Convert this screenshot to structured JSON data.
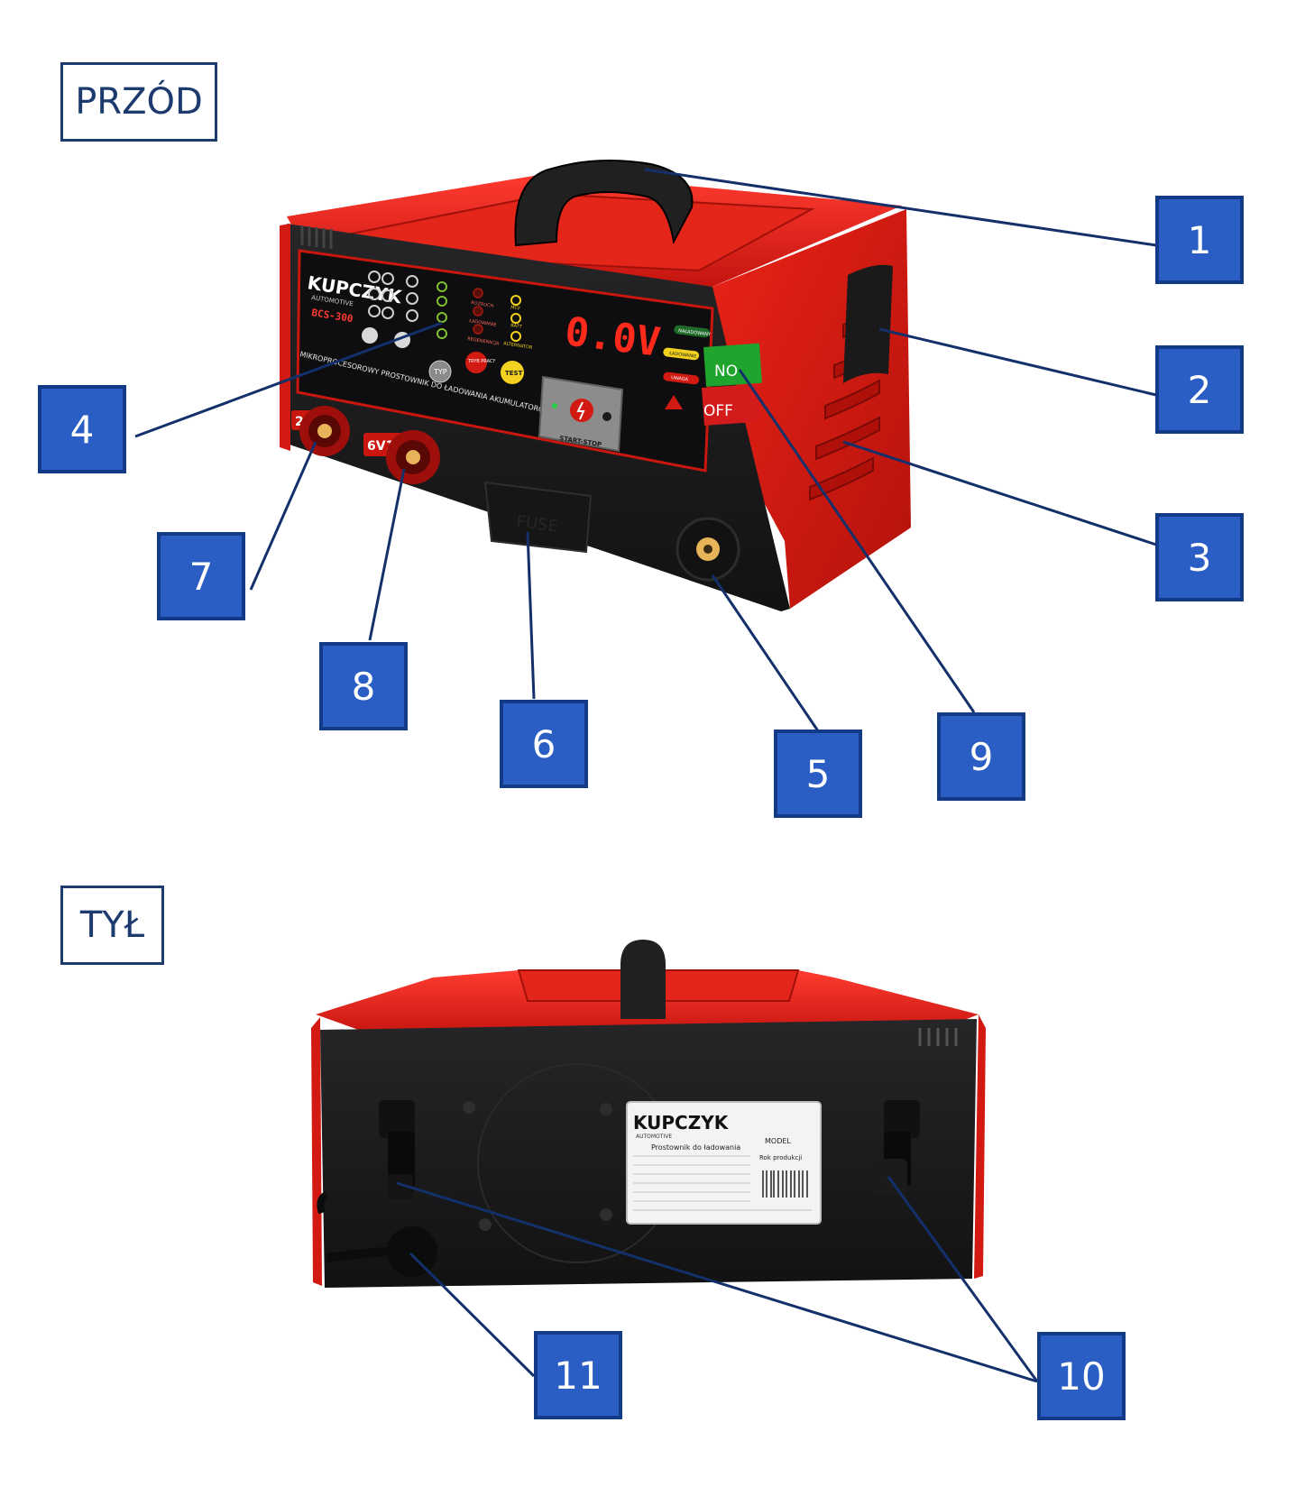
{
  "sections": {
    "front": "PRZÓD",
    "back": "TYŁ"
  },
  "callouts": [
    "1",
    "2",
    "3",
    "4",
    "5",
    "6",
    "7",
    "8",
    "9",
    "10",
    "11"
  ],
  "device": {
    "brand": "KUPCZYK",
    "brand_sub": "AUTOMOTIVE",
    "model": "BCS-300",
    "panel_text": "MIKROPROCESOROWY PROSTOWNIK DO ŁADOWANIA AKUMULATORÓW Z ROZRUCHEM",
    "display": "0.0V",
    "on_label": "NO",
    "off_label": "OFF",
    "start_stop": "START-STOP",
    "fuse": "FUSE",
    "socket_24": "24",
    "socket_612": "6V12",
    "status_labels": [
      "NAŁADOWANY",
      "ŁADOWANIE",
      "UWAGA"
    ],
    "mode_labels": [
      "ROZRUCH",
      "ŁADOWANIE",
      "REGENERACJA"
    ],
    "right_leds": [
      "MCF",
      "BATT",
      "ALTERNATOR"
    ],
    "typ_label": "TYP",
    "tryb_label": "TRYB PRACY",
    "test_label": "TEST"
  },
  "rating_plate": {
    "brand": "KUPCZYK",
    "brand_sub": "AUTOMOTIVE",
    "title": "Prostownik do ładowania",
    "model_label": "MODEL",
    "year_label": "Rok produkcji"
  },
  "colors": {
    "casing_red": "#e01b12",
    "panel_black": "#1c1c1e",
    "callout_blue": "#2a5ec4",
    "leader_navy": "#13306b",
    "display_red": "#ff2a1c",
    "on_green": "#1fa52d",
    "off_red": "#d41b1b"
  }
}
